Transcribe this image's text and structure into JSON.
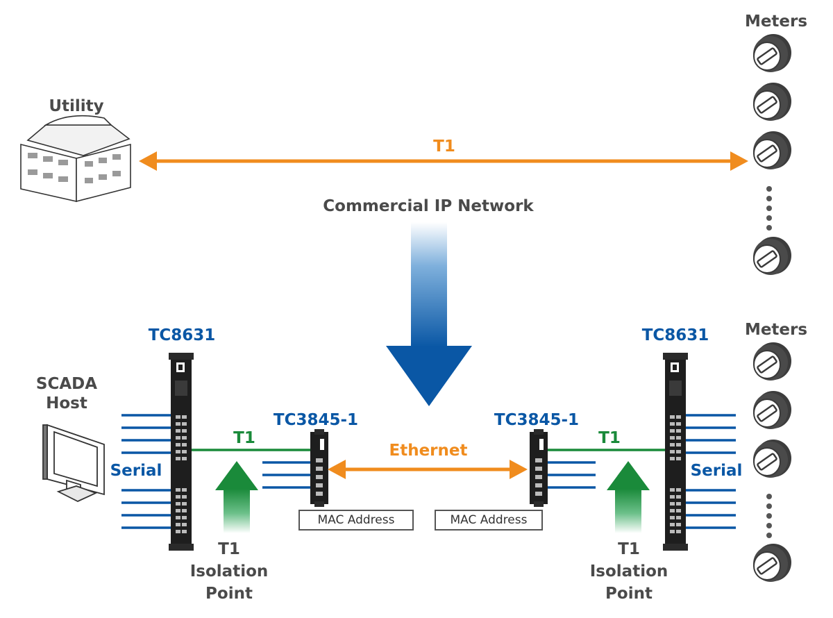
{
  "labels": {
    "utility": "Utility",
    "meters_top": "Meters",
    "meters_bottom": "Meters",
    "t1_top": "T1",
    "commercial_network": "Commercial IP Network",
    "tc8631_left": "TC8631",
    "tc8631_right": "TC8631",
    "scada_line1": "SCADA",
    "scada_line2": "Host",
    "tc3845_left": "TC3845-1",
    "tc3845_right": "TC3845-1",
    "t1_left": "T1",
    "t1_right": "T1",
    "ethernet": "Ethernet",
    "serial_left": "Serial",
    "serial_right": "Serial",
    "mac_left": "MAC Address",
    "mac_right": "MAC Address",
    "isolation_left": [
      "T1",
      "Isolation",
      "Point"
    ],
    "isolation_right": [
      "T1",
      "Isolation",
      "Point"
    ]
  },
  "colors": {
    "orange": "#f08c1e",
    "blue": "#0a57a5",
    "green": "#1a8a3a",
    "dark": "#222222",
    "meter": "#4a4a4a"
  },
  "icons": [
    "building-icon",
    "meter-icon",
    "monitor-icon",
    "rack-device-icon",
    "switch-device-icon"
  ]
}
